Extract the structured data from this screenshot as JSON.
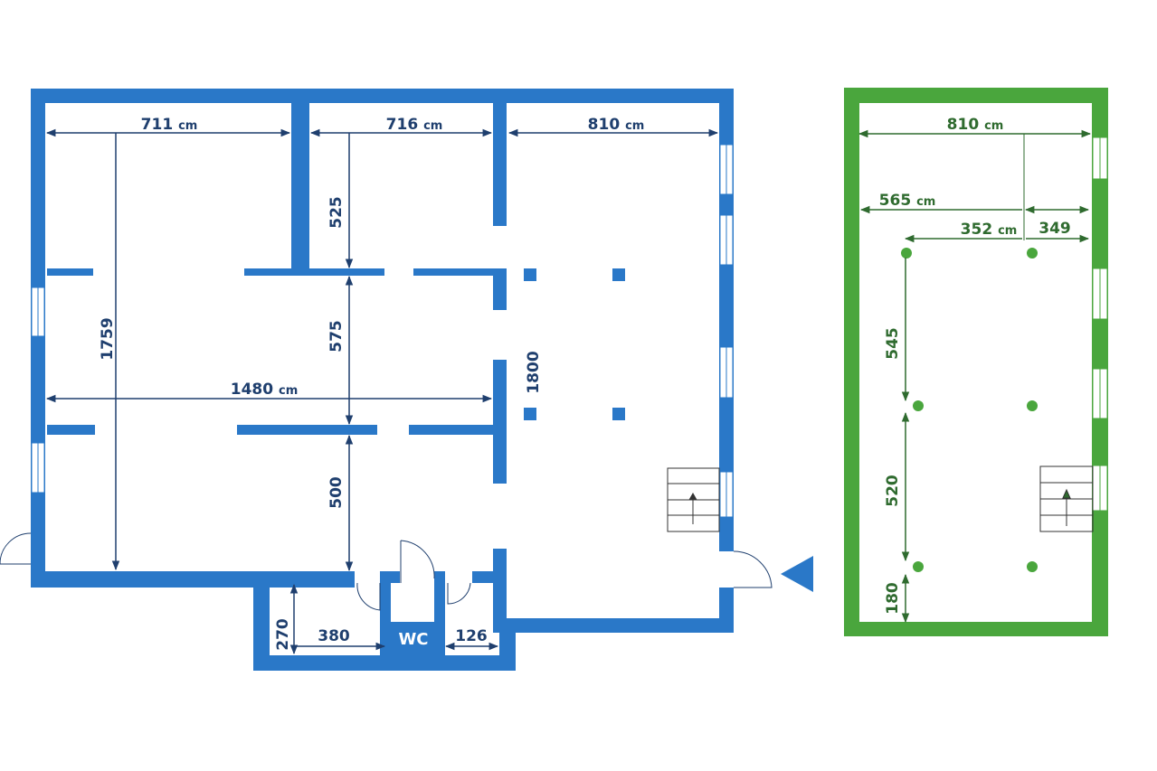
{
  "colors": {
    "ground_floor": "#2a78c8",
    "upper_floor": "#4aa63d",
    "dimension_blue": "#1f3f6e",
    "dimension_green": "#2f6b2f"
  },
  "blue_plan": {
    "unit": "cm",
    "dims": {
      "room1_width": "711",
      "room2_width": "716",
      "room3_width": "810",
      "total_depth": "1759",
      "room2_depth": "525",
      "corridor_depth": "575",
      "lower_depth": "500",
      "inner_width": "1480",
      "right_depth": "1800",
      "annex_depth": "270",
      "annex_width": "380",
      "small_width": "126"
    },
    "wc_label": "WC"
  },
  "green_plan": {
    "unit": "cm",
    "dims": {
      "width": "810",
      "left_offset": "565",
      "right_offset": "349",
      "column_spacing": "352",
      "row1": "545",
      "row2": "520",
      "row3": "180"
    }
  }
}
